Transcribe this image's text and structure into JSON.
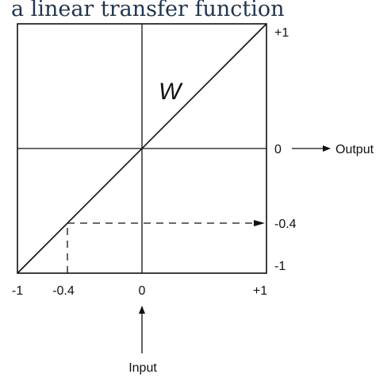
{
  "title": "a linear transfer function",
  "diagram": {
    "curve_label": "W",
    "input_label": "Input",
    "output_label": "Output",
    "x_ticks": [
      "-1",
      "-0.4",
      "0",
      "+1"
    ],
    "y_ticks": [
      "+1",
      "0",
      "-0.4",
      "-1"
    ],
    "example_input": -0.4,
    "example_output": -0.4
  }
}
